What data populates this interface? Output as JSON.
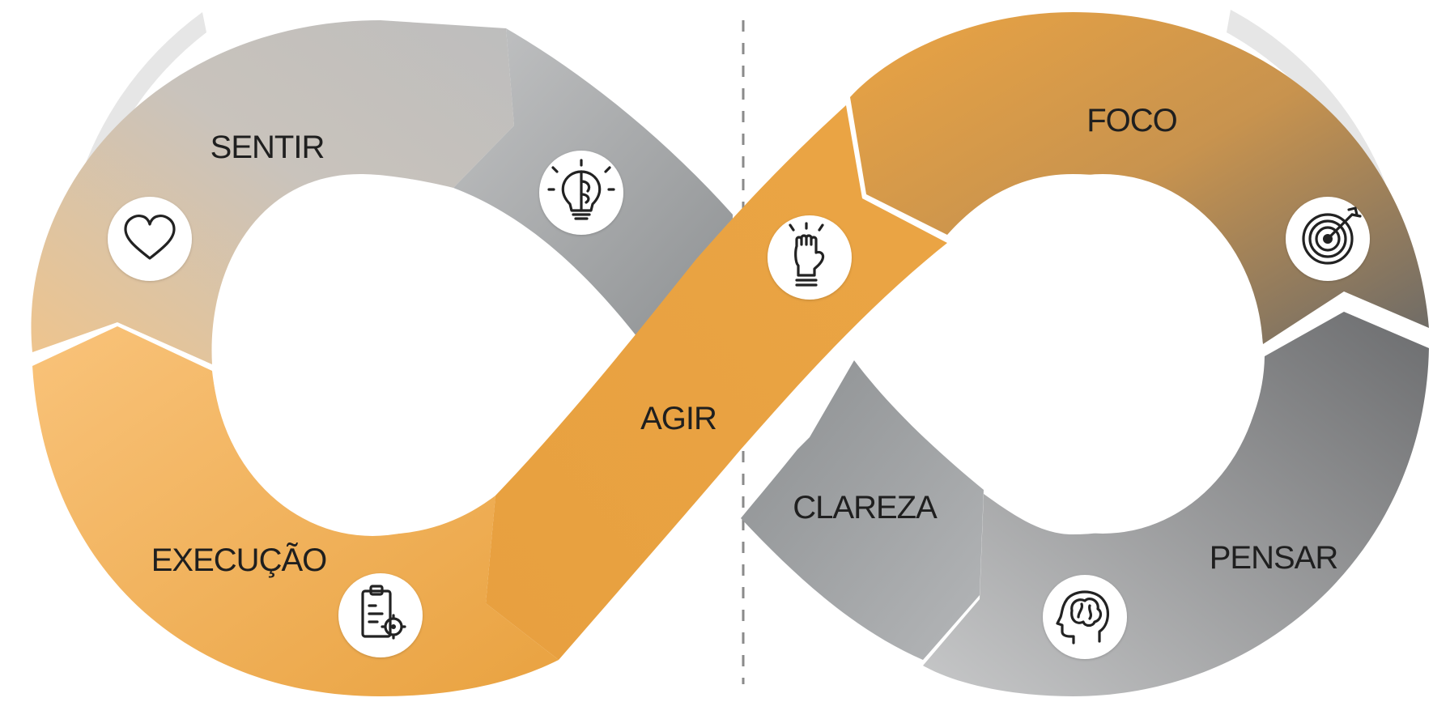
{
  "segments": {
    "sentir": "SENTIR",
    "execucao": "EXECUÇÃO",
    "agir": "AGIR",
    "foco": "FOCO",
    "clareza": "CLAREZA",
    "pensar": "PENSAR"
  },
  "icons": {
    "sentir": "heart-icon",
    "ideia": "lightbulb-brain-icon",
    "agir": "raised-fist-icon",
    "foco": "target-arrow-icon",
    "execucao": "clipboard-gear-icon",
    "pensar": "head-brain-icon"
  },
  "colors": {
    "orange": "#E9A240",
    "orange_light": "#F7BE6C",
    "gray_light": "#C4C4C4",
    "gray_mid": "#9FA1A3",
    "gray_dark": "#6A6B6D",
    "divider": "#888888"
  }
}
